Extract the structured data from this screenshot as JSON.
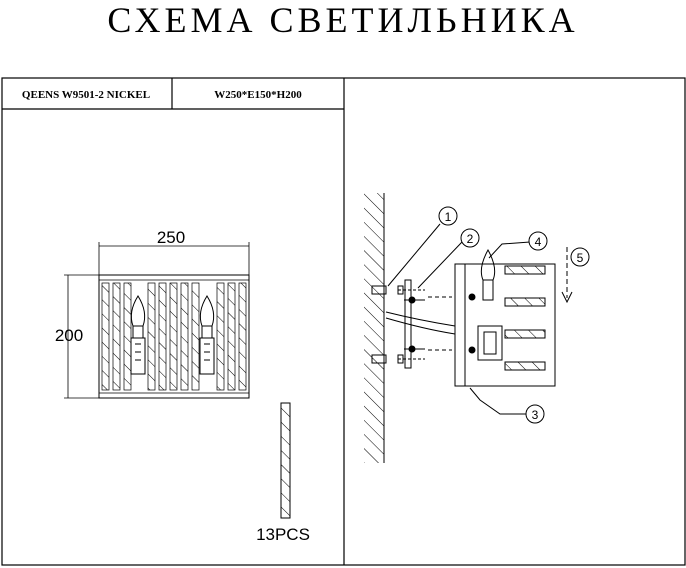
{
  "title": "СХЕМА СВЕТИЛЬНИКА",
  "header": {
    "model": "QEENS W9501-2 NICKEL",
    "dimensions": "W250*E150*H200"
  },
  "front_view": {
    "width_label": "250",
    "height_label": "200"
  },
  "parts": {
    "rod_count_label": "13PCS"
  },
  "callouts": [
    "1",
    "2",
    "3",
    "4",
    "5"
  ],
  "colors": {
    "line": "#000000",
    "background": "#ffffff"
  }
}
